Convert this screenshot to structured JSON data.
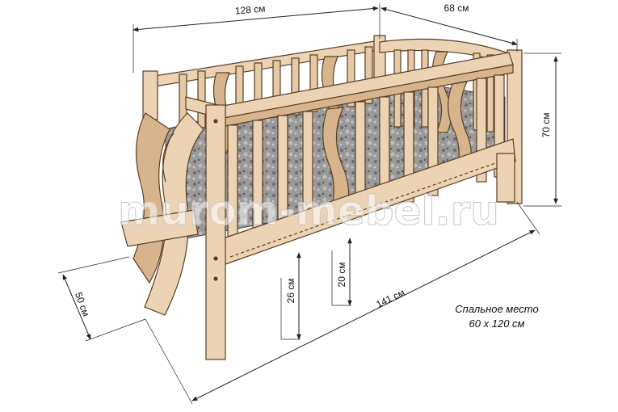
{
  "diagram": {
    "dimensions": {
      "length_top": "128 см",
      "width_top": "68 см",
      "height": "70 см",
      "depth_side": "50 см",
      "length_bottom": "141 см",
      "leg_height": "26 см",
      "rail_height": "20 см"
    },
    "note": {
      "line1": "Спальное место",
      "line2": "60 x 120 см"
    },
    "watermark": "murom-mebel.ru",
    "colors": {
      "wood": "#ecd3b3",
      "wood_dark": "#d8b48c",
      "outline": "#5a3e25",
      "mattress": "#8e8e8e",
      "dimension_line": "#222222"
    }
  }
}
